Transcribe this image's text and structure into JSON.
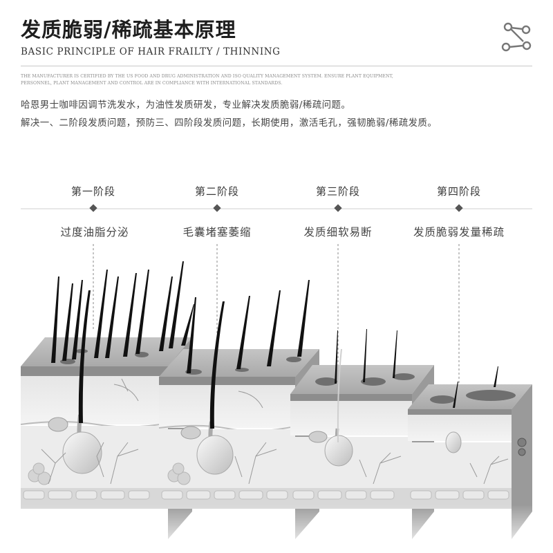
{
  "header": {
    "title": "发质脆弱/稀疏基本原理",
    "subtitle": "BASIC PRINCIPLE OF HAIR FRAILTY / THINNING",
    "fine_print_line1": "THE MANUFACTURER IS CERTIFIED BY THE US FOOD AND DRUG ADMINISTRATION AND ISO QUALITY MANAGEMENT SYSTEM. ENSURE PLANT EQUIPMENT,",
    "fine_print_line2": "PERSONNEL, PLANT MANAGEMENT AND CONTROL ARE IN COMPLIANCE WITH INTERNATIONAL STANDARDS.",
    "logo_icon": "molecule-icon"
  },
  "intro": {
    "line1": "哈恩男士咖啡因调节洗发水，为油性发质研发，专业解决发质脆弱/稀疏问题。",
    "line2": "解决一、二阶段发质问题，预防三、四阶段发质问题，长期使用，激活毛孔，强韧脆弱/稀疏发质。"
  },
  "stages": [
    {
      "label": "第一阶段",
      "desc": "过度油脂分泌"
    },
    {
      "label": "第二阶段",
      "desc": "毛囊堵塞萎缩"
    },
    {
      "label": "第三阶段",
      "desc": "发质细软易断"
    },
    {
      "label": "第四阶段",
      "desc": "发质脆弱发量稀疏"
    }
  ],
  "colors": {
    "title": "#1e1e1e",
    "skin_top": "#b9b9b9",
    "skin_side": "#8f8f8f",
    "hair": "#111111"
  }
}
